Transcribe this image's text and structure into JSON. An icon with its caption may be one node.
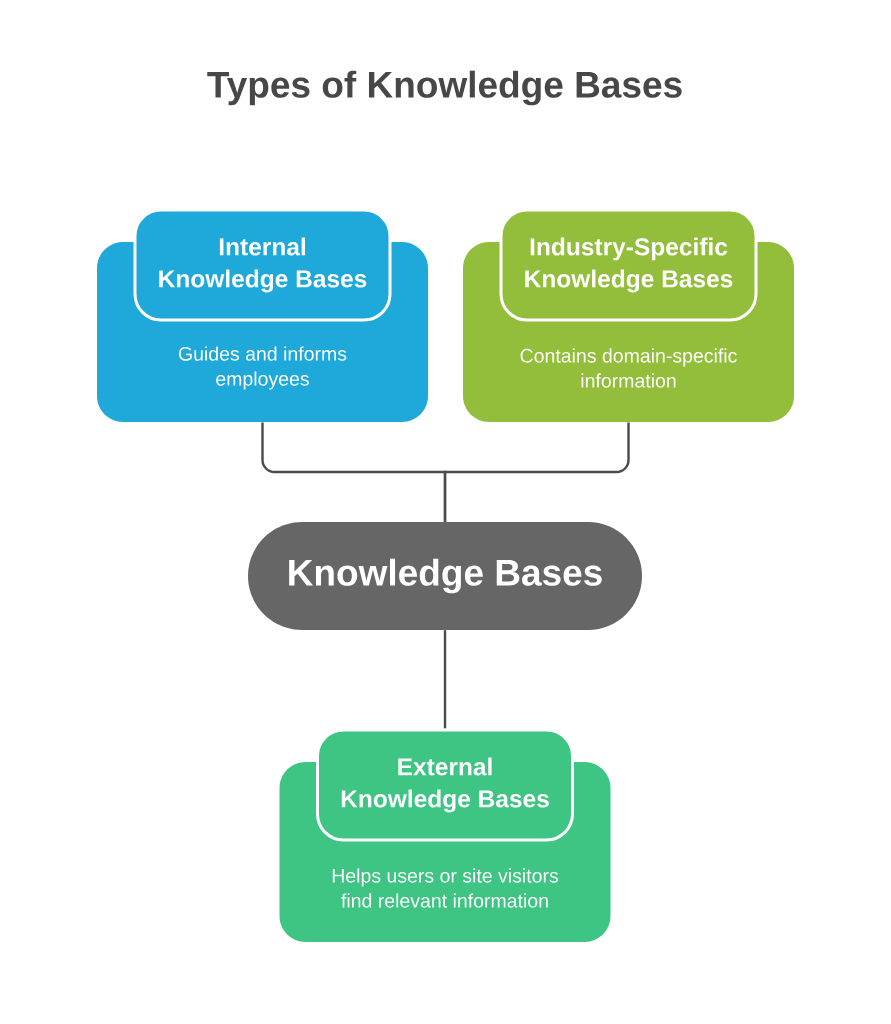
{
  "diagram": {
    "title": "Types of Knowledge Bases",
    "nodes": [
      {
        "text": [
          "Internal Knowledge Bases",
          "Guides and informs employees"
        ]
      },
      {
        "text": [
          "Industry-Specific Knowledge Bases",
          "Contains domain-specific information"
        ]
      },
      {
        "text": [
          "Knowledge Bases"
        ]
      },
      {
        "text": [
          "External Knowledge Bases",
          "Helps users or site visitors find relevant information"
        ]
      }
    ],
    "edges": [
      {
        "from": 0,
        "to": 2,
        "arrow": "none"
      },
      {
        "from": 1,
        "to": 2,
        "arrow": "none"
      },
      {
        "from": 2,
        "to": 3,
        "arrow": "none"
      }
    ]
  }
}
